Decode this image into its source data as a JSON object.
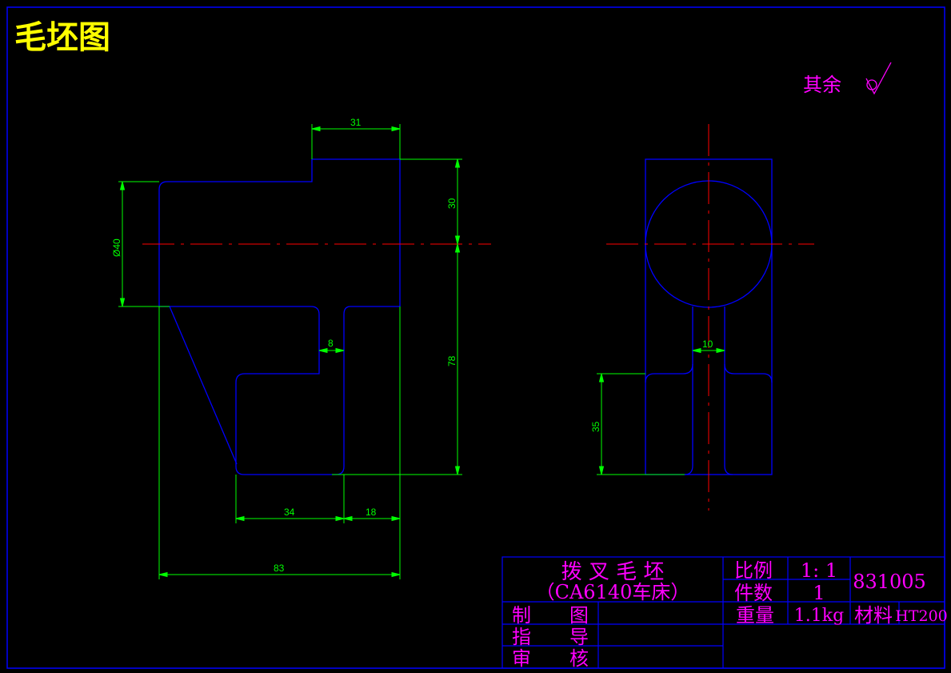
{
  "drawing_title": "毛坯图",
  "surface_note": "其余",
  "dimensions": {
    "top_width": "31",
    "upper_height": "30",
    "diameter": "Ø40",
    "slot_width": "8",
    "total_height": "78",
    "bottom_left": "34",
    "bottom_right": "18",
    "overall_width": "83",
    "side_width": "10",
    "side_height": "35"
  },
  "title_block": {
    "part_name": "拨 叉 毛 坯",
    "machine": "（CA6140车床）",
    "scale_label": "比例",
    "scale_value": "1: 1",
    "qty_label": "件数",
    "qty_value": "1",
    "drawing_no": "831005",
    "weight_label": "重量",
    "weight_value": "1.1kg",
    "material_label": "材料",
    "material_value": "HT200",
    "drawn_label": "制　　图",
    "guide_label": "指　　导",
    "check_label": "审　　核"
  },
  "colors": {
    "outline": "#0000ff",
    "dimension": "#00ff00",
    "centerline": "#ff0000",
    "border": "#0000ff",
    "title_text": "#ffff00",
    "block_text": "#ff00ff"
  }
}
